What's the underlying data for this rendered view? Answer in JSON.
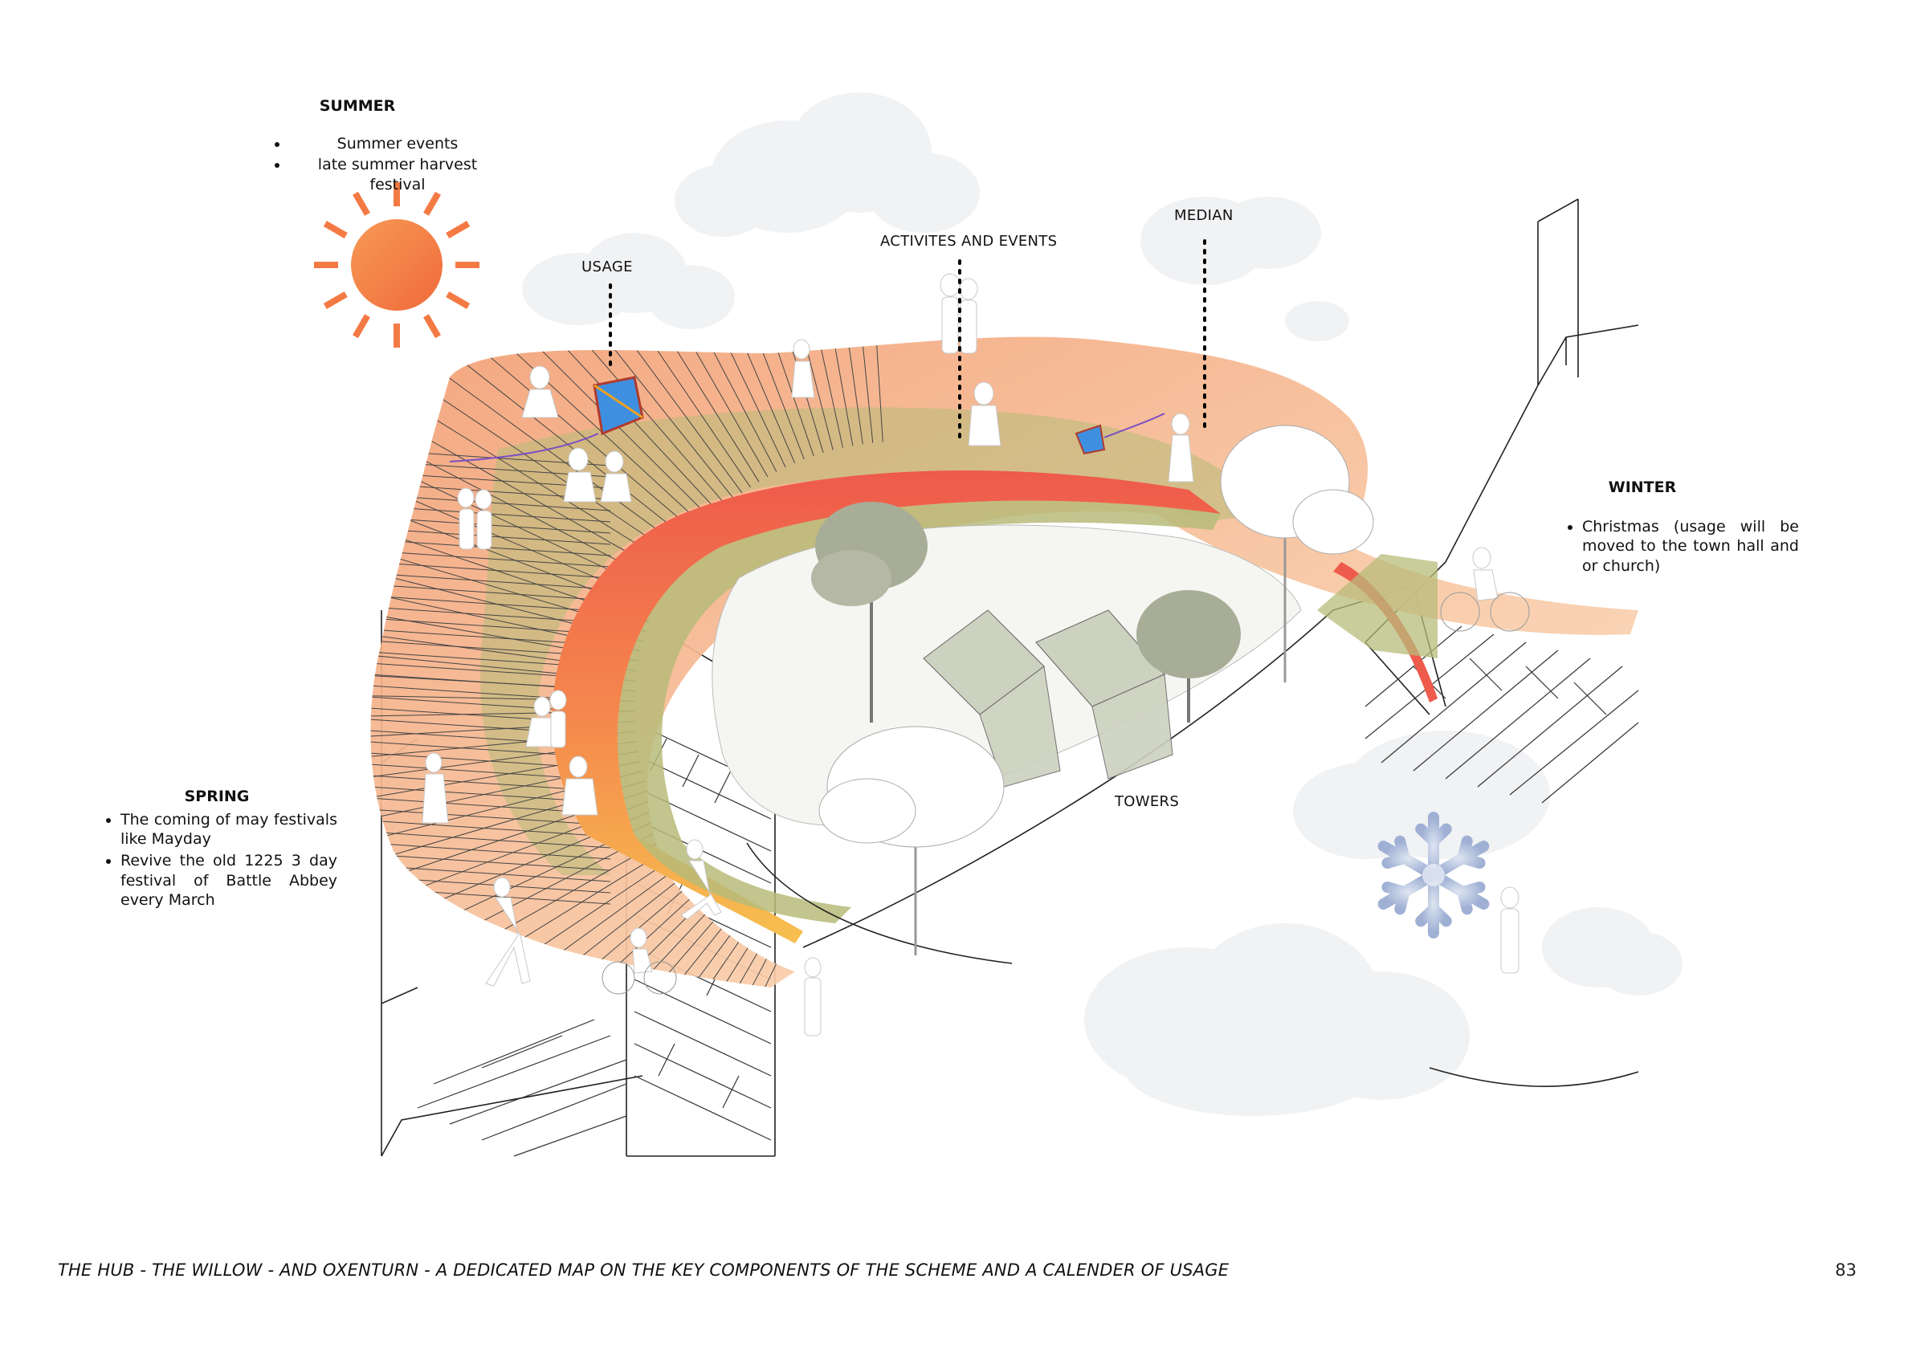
{
  "seasons": {
    "summer": {
      "title": "SUMMER",
      "items": [
        "Summer events",
        "late summer harvest festival"
      ]
    },
    "spring": {
      "title": "SPRING",
      "items": [
        "The coming of may festivals like Mayday",
        "Revive the old 1225 3 day festival of Battle Abbey every March"
      ]
    },
    "winter": {
      "title": "WINTER",
      "items": [
        "Christmas (usage will be moved to the town hall and or church)"
      ]
    }
  },
  "callouts": {
    "usage": "USAGE",
    "activities": "ACTIVITES AND EVENTS",
    "median": "MEDIAN",
    "towers": "TOWERS"
  },
  "footer": {
    "caption": "THE HUB - THE WILLOW - AND OXENTURN - A DEDICATED MAP ON THE KEY COMPONENTS OF THE SCHEME AND A CALENDER OF USAGE",
    "page_number": "83"
  },
  "icons": {
    "summer": "sun-icon",
    "winter": "snowflake-icon"
  },
  "colors": {
    "sun": "#f47a44",
    "band_orange": "#f7b68d",
    "band_red": "#ee5a4b",
    "band_yellow": "#f6c04f",
    "band_olive": "#b7bb79",
    "snowflake": "#a9b7d6",
    "tree": "#a8ad98"
  }
}
